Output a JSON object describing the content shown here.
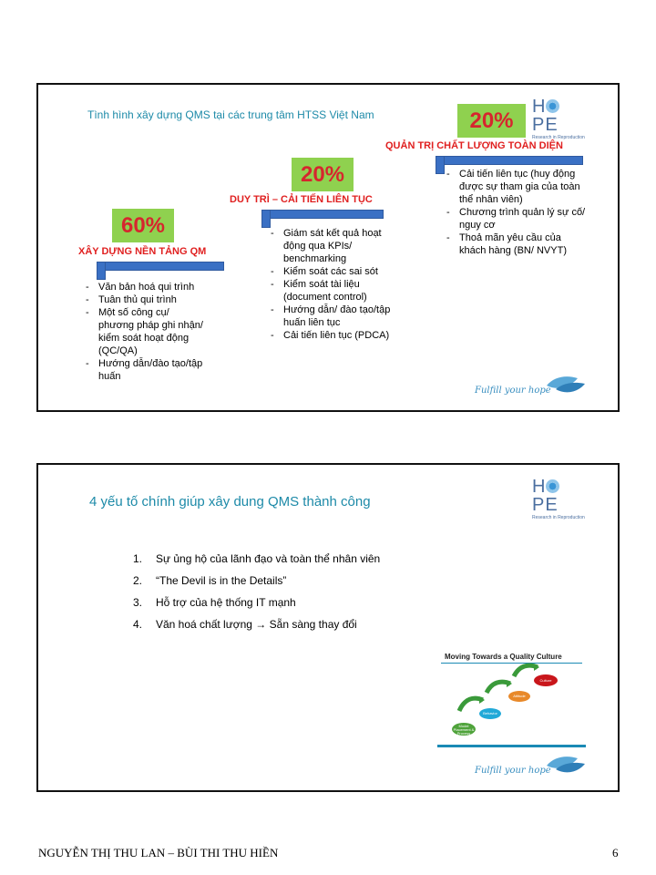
{
  "logo": {
    "word_h": "H",
    "word_pe": "PE",
    "subtitle": "Research in Reproduction"
  },
  "slide1": {
    "title": "Tình hình xây dựng QMS tại các trung tâm HTSS Việt Nam",
    "stages": [
      {
        "percent": "60%",
        "label": "XÂY DỰNG NỀN TẢNG QM",
        "items": [
          "Văn bản hoá qui trình",
          "Tuân thủ qui trình",
          "Một số công cụ/ phương pháp ghi nhận/ kiểm soát hoạt động (QC/QA)",
          "Hướng dẫn/đào tạo/tập huấn"
        ]
      },
      {
        "percent": "20%",
        "label": "DUY TRÌ – CẢI TIẾN LIÊN TỤC",
        "items": [
          "Giám sát kết quả hoạt động qua KPIs/ benchmarking",
          "Kiểm soát các sai sót",
          "Kiểm soát tài liệu (document control)",
          "Hướng dẫn/ đào tạo/tập huấn liên tục",
          "Cải tiến liên tục (PDCA)"
        ]
      },
      {
        "percent": "20%",
        "label": "QUẢN TRỊ CHẤT LƯỢNG TOÀN DIỆN",
        "items": [
          "Cải tiến liên tục (huy động được sự tham gia của toàn thể nhân viên)",
          "Chương trình quản lý sự cố/ nguy cơ",
          "Thoả mãn yêu cầu của khách hàng (BN/ NVYT)"
        ]
      }
    ],
    "tagline": "Fulfill your hope"
  },
  "slide2": {
    "title": "4 yếu tố chính giúp xây dung QMS thành công",
    "factors": [
      {
        "num": "1.",
        "text": "Sự ủng hộ của lãnh đạo và toàn thể nhân viên"
      },
      {
        "num": "2.",
        "text": "“The Devil is in the Details”"
      },
      {
        "num": "3.",
        "text": "Hỗ trợ của hệ thống IT mạnh"
      },
      {
        "num": "4.",
        "text": "Văn hoá chất lượng → Sẵn sàng thay đổi"
      }
    ],
    "image": {
      "title": "Moving Towards a Quality Culture",
      "ovals": [
        "Culture",
        "Attitude",
        "Behavior",
        "Model Placement & Process"
      ]
    },
    "tagline": "Fulfill your hope"
  },
  "footer": {
    "authors": "NGUYỄN THỊ THU LAN – BÙI THI THU HIỀN",
    "page": "6"
  },
  "colors": {
    "title": "#1d8aa8",
    "percent_bg": "#8fd14f",
    "percent_text": "#d6262e",
    "stage_label": "#e02020",
    "step_blue": "#3a70c4"
  }
}
